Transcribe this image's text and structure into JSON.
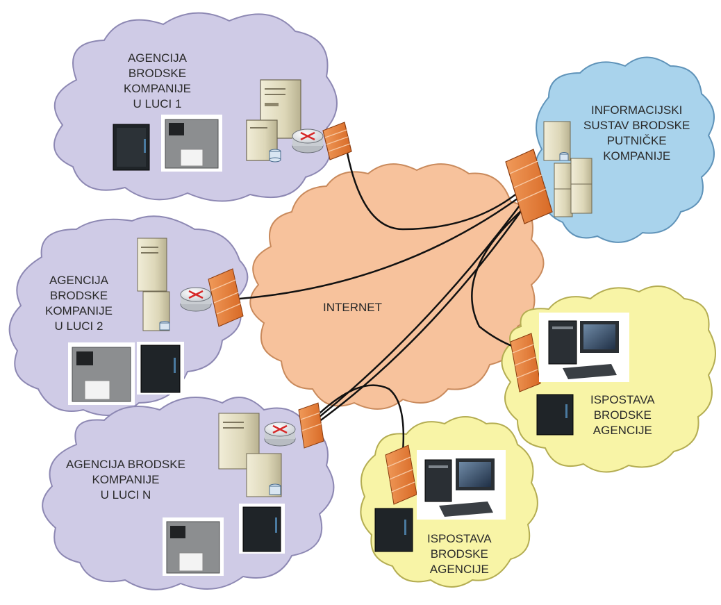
{
  "internet": {
    "label": "INTERNET"
  },
  "info_system": {
    "lines": [
      "INFORMACIJSKI",
      "SUSTAV BRODSKE",
      "PUTNIČKE",
      "KOMPANIJE"
    ]
  },
  "agency_port_1": {
    "lines": [
      "AGENCIJA",
      "BRODSKE",
      "KOMPANIJE",
      "U LUCI 1"
    ]
  },
  "agency_port_2": {
    "lines": [
      "AGENCIJA",
      "BRODSKE",
      "KOMPANIJE",
      "U LUCI 2"
    ]
  },
  "agency_port_n": {
    "lines": [
      "AGENCIJA BRODSKE",
      "KOMPANIJE",
      "U LUCI N"
    ]
  },
  "branch_right": {
    "lines": [
      "ISPOSTAVA",
      "BRODSKE",
      "AGENCIJE"
    ]
  },
  "branch_bottom": {
    "lines": [
      "ISPOSTAVA",
      "BRODSKE",
      "AGENCIJE"
    ]
  },
  "colors": {
    "internet_cloud": "#f7c29c",
    "agency_cloud": "#cfcbe6",
    "info_cloud": "#a9d3ec",
    "branch_cloud": "#f8f4a6",
    "firewall": "#e8803a",
    "cable": "#111111"
  }
}
